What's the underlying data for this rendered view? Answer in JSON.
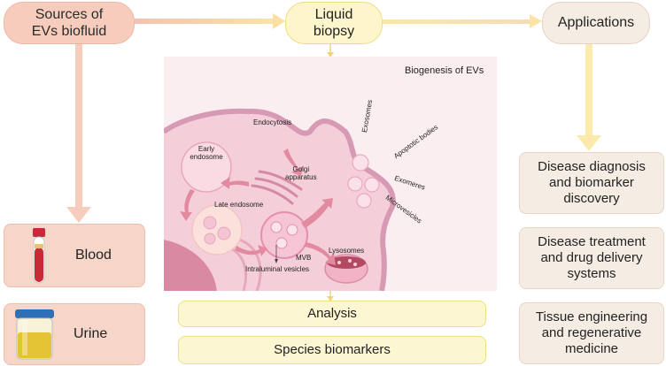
{
  "top": {
    "sources": "Sources of\nEVs biofluid",
    "liquid": "Liquid\nbiopsy",
    "applications": "Applications"
  },
  "sources": {
    "blood": "Blood",
    "urine": "Urine"
  },
  "biogenesis": {
    "title": "Biogenesis of EVs",
    "endocytosis": "Endocytosis",
    "early_endosome": "Early\nendosome",
    "golgi": "Golgi\napparatus",
    "late_endosome": "Late endosome",
    "mvb": "MVB",
    "intraluminal": "Intraluminal vesicles",
    "lysosomes": "Lysosomes",
    "exosomes": "Exosomes",
    "apoptotic": "Apoptotic bodies",
    "exomeres": "Exomeres",
    "microvesicles": "Microvesicles"
  },
  "liquid_steps": {
    "analysis": "Analysis",
    "species": "Species biomarkers"
  },
  "applications": {
    "a1": "Disease diagnosis\nand biomarker\ndiscovery",
    "a2": "Disease treatment\nand drug delivery\nsystems",
    "a3": "Tissue engineering\nand regenerative\nmedicine"
  },
  "colors": {
    "source": "#f6cdbd",
    "liquid": "#fdf5cc",
    "application": "#f5ece4",
    "cell": "#f3c9d6"
  }
}
